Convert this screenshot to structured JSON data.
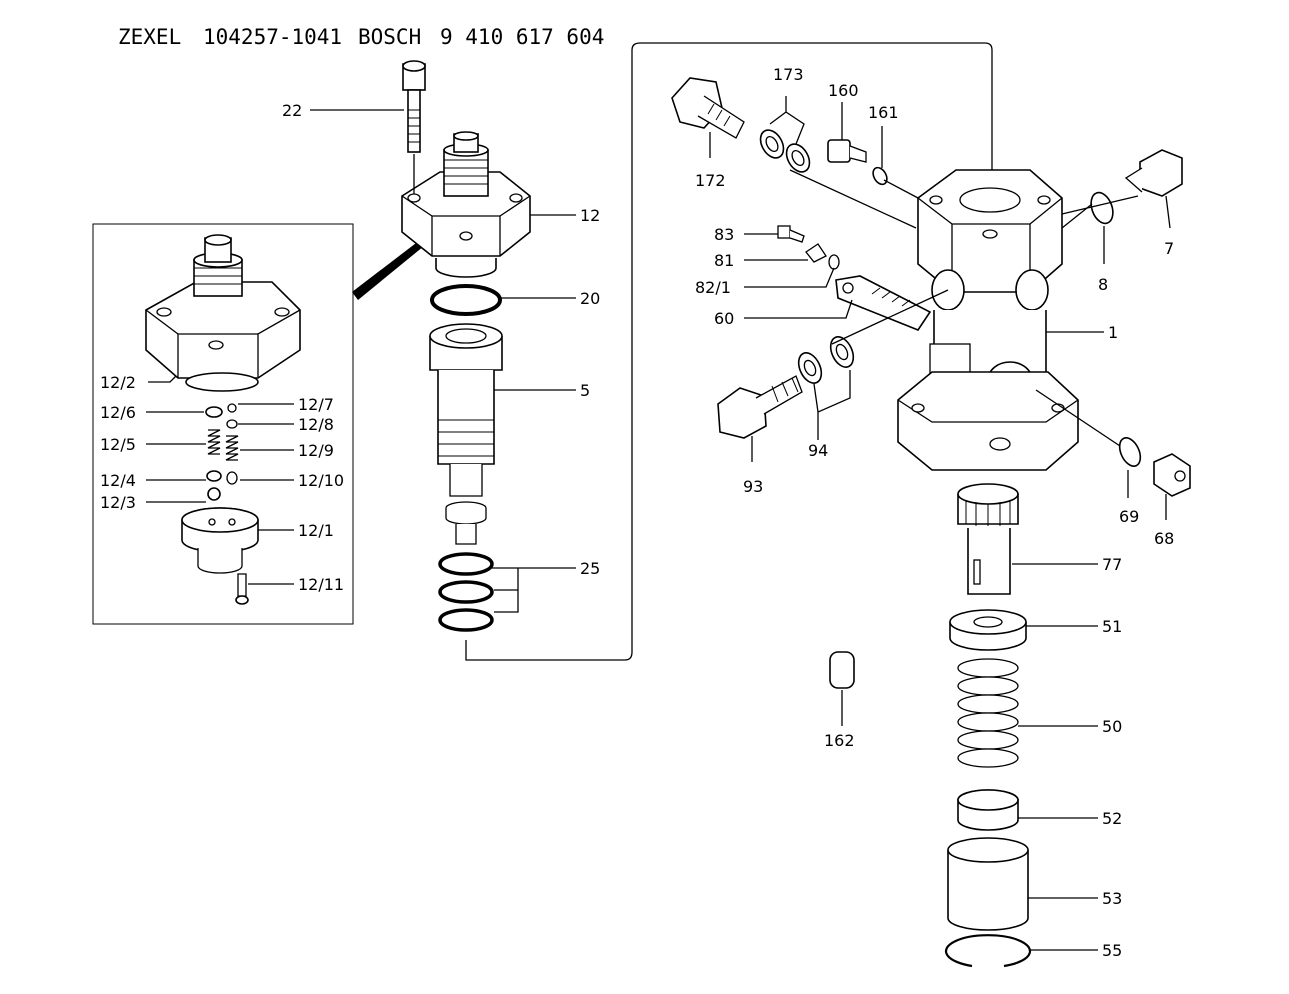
{
  "header": {
    "brand_a": "ZEXEL",
    "part_a": "104257-1041",
    "brand_b": "BOSCH",
    "part_b": "9 410 617 604"
  },
  "labels": {
    "l22": "22",
    "l12": "12",
    "l20": "20",
    "l5": "5",
    "l25": "25",
    "l12_2": "12/2",
    "l12_6": "12/6",
    "l12_5": "12/5",
    "l12_4": "12/4",
    "l12_3": "12/3",
    "l12_7": "12/7",
    "l12_8": "12/8",
    "l12_9": "12/9",
    "l12_10": "12/10",
    "l12_1": "12/1",
    "l12_11": "12/11",
    "l173": "173",
    "l160": "160",
    "l161": "161",
    "l172": "172",
    "l83": "83",
    "l81": "81",
    "l82_1": "82/1",
    "l60": "60",
    "l7": "7",
    "l8": "8",
    "l1": "1",
    "l93": "93",
    "l94": "94",
    "l69": "69",
    "l68": "68",
    "l77": "77",
    "l51": "51",
    "l50": "50",
    "l52": "52",
    "l53": "53",
    "l55": "55",
    "l162": "162"
  }
}
